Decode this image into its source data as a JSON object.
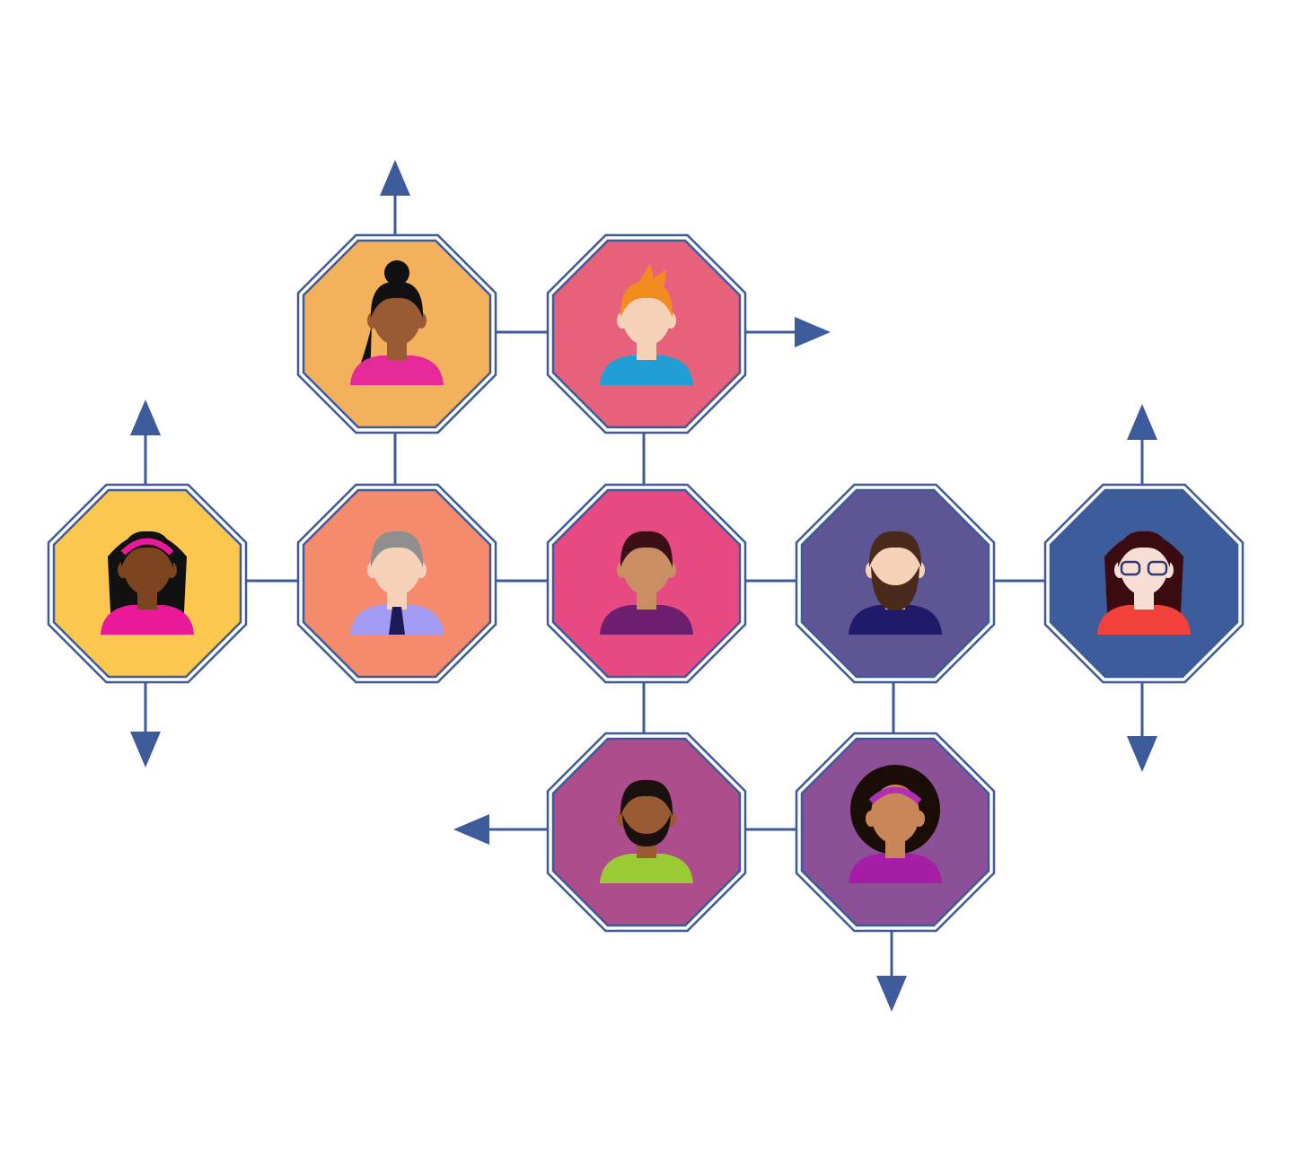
{
  "diagram": {
    "line_color": "#3d5b9b",
    "nodes": [
      {
        "id": "top-left",
        "bg": "#f4b15b",
        "skin": "#9a5a34",
        "hair": "#111111",
        "shirt": "#e62a9a",
        "hair_style": "bun"
      },
      {
        "id": "top-right",
        "bg": "#e8617a",
        "skin": "#f6d3b8",
        "hair": "#f28c1e",
        "shirt": "#1f9fd3",
        "hair_style": "spiky"
      },
      {
        "id": "mid-far-left",
        "bg": "#fbc74f",
        "skin": "#7c4520",
        "hair": "#111111",
        "shirt": "#e9199a",
        "hair_style": "long-headband",
        "accent": "#e9199a"
      },
      {
        "id": "mid-left",
        "bg": "#f58a6d",
        "skin": "#f6d3b8",
        "hair": "#8f8f8f",
        "shirt": "#a49bf5",
        "hair_style": "short",
        "tie": "#1d1a55"
      },
      {
        "id": "center",
        "bg": "#e74a83",
        "skin": "#c98e63",
        "hair": "#3a0f16",
        "shirt": "#6e1e6e",
        "hair_style": "short"
      },
      {
        "id": "mid-right",
        "bg": "#5d5594",
        "skin": "#f6d3b8",
        "hair": "#4a2a1a",
        "shirt": "#1f1a6a",
        "hair_style": "beard"
      },
      {
        "id": "mid-far-right",
        "bg": "#3d5c9c",
        "skin": "#f9dfd3",
        "hair": "#3a0b10",
        "shirt": "#f2413a",
        "hair_style": "long-glasses"
      },
      {
        "id": "bottom-left",
        "bg": "#ad4d8b",
        "skin": "#9a5a34",
        "hair": "#1a1010",
        "shirt": "#9bcb32",
        "hair_style": "beard-short"
      },
      {
        "id": "bottom-right",
        "bg": "#8c5096",
        "skin": "#c98658",
        "hair": "#1a0d08",
        "shirt": "#a61ea8",
        "hair_style": "afro-headband",
        "accent": "#b02fb5"
      }
    ]
  }
}
